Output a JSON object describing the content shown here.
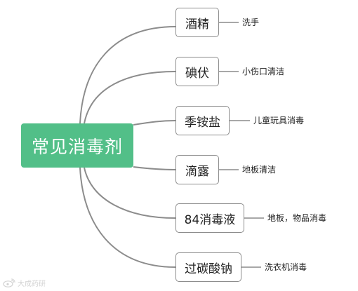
{
  "root": {
    "label": "常见消毒剂",
    "color": "#52bf88"
  },
  "branches": [
    {
      "label": "酒精",
      "note": "洗手"
    },
    {
      "label": "碘伏",
      "note": "小伤口清洁"
    },
    {
      "label": "季铵盐",
      "note": "儿童玩具消毒"
    },
    {
      "label": "滴露",
      "note": "地板清洁"
    },
    {
      "label": "84消毒液",
      "note": "地板，物品消毒"
    },
    {
      "label": "过碳酸钠",
      "note": "洗衣机消毒"
    }
  ],
  "watermark": {
    "icon": "weibo-logo-icon",
    "text": "大成药研"
  },
  "colors": {
    "connector": "#8c8c8c",
    "node_border": "#8c8c8c"
  }
}
